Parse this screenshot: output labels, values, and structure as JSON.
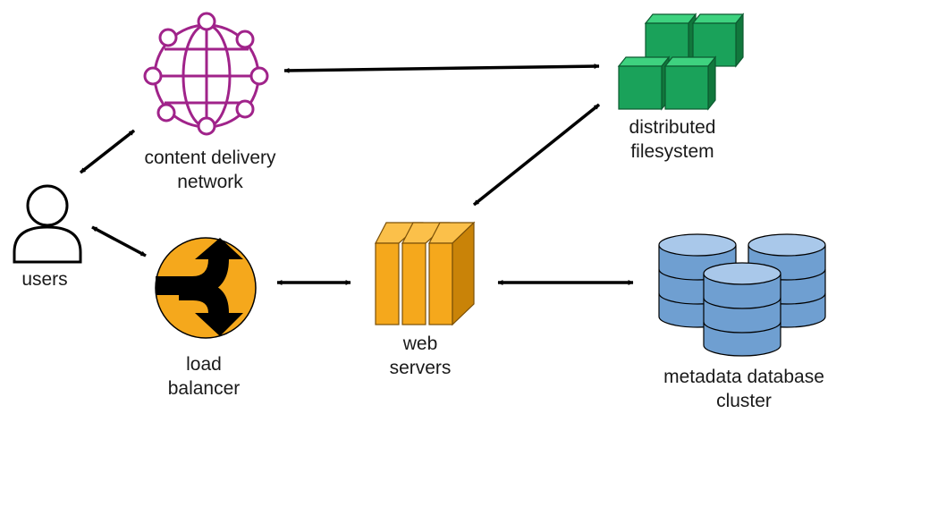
{
  "nodes": {
    "cdn": {
      "label_line1": "content delivery",
      "label_line2": "network",
      "icon": "globe-network-icon",
      "color": "#a0238a"
    },
    "filesystem": {
      "label_line1": "distributed",
      "label_line2": "filesystem",
      "icon": "cubes-icon",
      "color": "#1aa25a"
    },
    "users": {
      "label": "users",
      "icon": "user-icon",
      "color": "#000000"
    },
    "load_balancer": {
      "label_line1": "load",
      "label_line2": "balancer",
      "icon": "split-arrow-icon",
      "color": "#f5a81c"
    },
    "web_servers": {
      "label_line1": "web",
      "label_line2": "servers",
      "icon": "server-stack-icon",
      "color": "#f5a81c"
    },
    "database": {
      "label_line1": "metadata database",
      "label_line2": "cluster",
      "icon": "database-cylinders-icon",
      "color": "#6f9fd1"
    }
  },
  "edges": [
    {
      "from": "users",
      "to": "cdn",
      "bidirectional": true
    },
    {
      "from": "users",
      "to": "load_balancer",
      "bidirectional": true
    },
    {
      "from": "cdn",
      "to": "filesystem",
      "bidirectional": true
    },
    {
      "from": "load_balancer",
      "to": "web_servers",
      "bidirectional": true
    },
    {
      "from": "web_servers",
      "to": "filesystem",
      "bidirectional": true
    },
    {
      "from": "web_servers",
      "to": "database",
      "bidirectional": true
    }
  ]
}
